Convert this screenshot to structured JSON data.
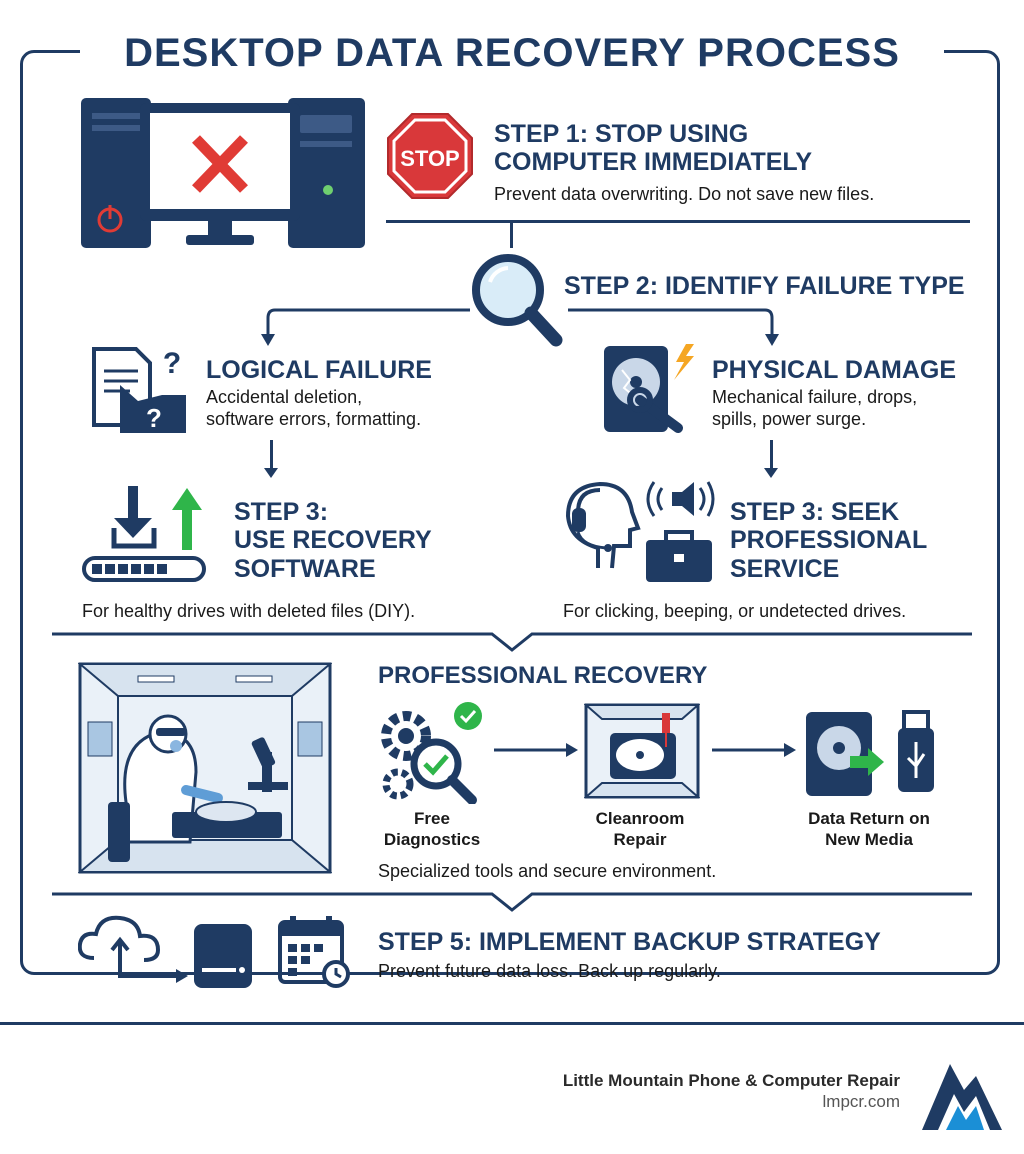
{
  "title": "DESKTOP DATA RECOVERY PROCESS",
  "step1": {
    "heading_line1": "STEP 1: STOP USING",
    "heading_line2": "COMPUTER IMMEDIATELY",
    "desc": "Prevent data overwriting. Do not save new files.",
    "sign_text": "STOP"
  },
  "step2": {
    "heading": "STEP 2: IDENTIFY FAILURE TYPE"
  },
  "logical": {
    "heading": "LOGICAL FAILURE",
    "desc_line1": "Accidental deletion,",
    "desc_line2": "software errors, formatting."
  },
  "physical": {
    "heading": "PHYSICAL DAMAGE",
    "desc_line1": "Mechanical failure, drops,",
    "desc_line2": "spills, power surge."
  },
  "step3_software": {
    "line1": "STEP 3:",
    "line2": "USE RECOVERY",
    "line3": "SOFTWARE",
    "desc": "For healthy drives with deleted files (DIY)."
  },
  "step3_pro": {
    "line1": "STEP 3: SEEK",
    "line2": "PROFESSIONAL",
    "line3": "SERVICE",
    "desc": "For clicking, beeping, or undetected drives."
  },
  "professional": {
    "heading": "PROFESSIONAL RECOVERY",
    "stage1_line1": "Free",
    "stage1_line2": "Diagnostics",
    "stage2_line1": "Cleanroom",
    "stage2_line2": "Repair",
    "stage3_line1": "Data Return on",
    "stage3_line2": "New Media",
    "desc": "Specialized tools and secure environment."
  },
  "step5": {
    "heading": "STEP 5: IMPLEMENT BACKUP STRATEGY",
    "desc": "Prevent future data loss. Back up regularly."
  },
  "footer": {
    "company": "Little Mountain Phone & Computer Repair",
    "url": "lmpcr.com"
  },
  "colors": {
    "navy": "#1f3b63",
    "stop_red": "#d9383a",
    "error_red": "#e03b35",
    "success_green": "#2fb54a",
    "logo_blue": "#1b8fd6"
  },
  "icons": [
    "desktop-computer-icon",
    "stop-sign-icon",
    "magnifier-icon",
    "file-question-icon",
    "hard-drive-damage-icon",
    "download-icon",
    "headset-support-icon",
    "toolbox-icon",
    "technician-icon",
    "gears-check-icon",
    "cleanroom-drive-icon",
    "drive-usb-icon",
    "cloud-upload-icon",
    "drive-icon",
    "calendar-backup-icon",
    "company-logo-icon"
  ]
}
